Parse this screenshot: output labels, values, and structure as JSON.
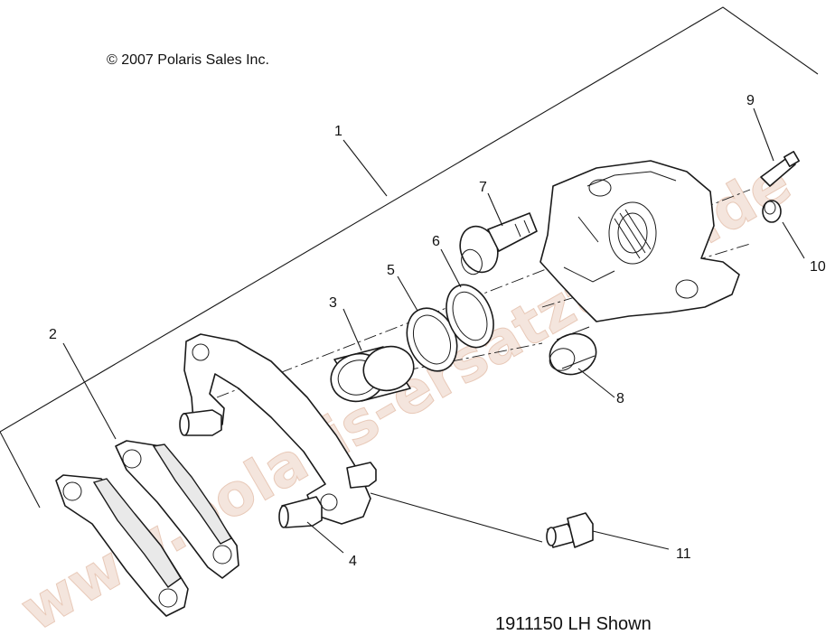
{
  "copyright": "© 2007 Polaris Sales Inc.",
  "caption": "1911150 LH Shown",
  "watermark": "www.polaris-ersatzteile.de",
  "callouts": [
    "1",
    "2",
    "3",
    "4",
    "5",
    "6",
    "7",
    "8",
    "9",
    "10",
    "11"
  ],
  "colors": {
    "line": "#1a1a1a",
    "watermark": "#f0dcd2",
    "background": "#ffffff"
  }
}
